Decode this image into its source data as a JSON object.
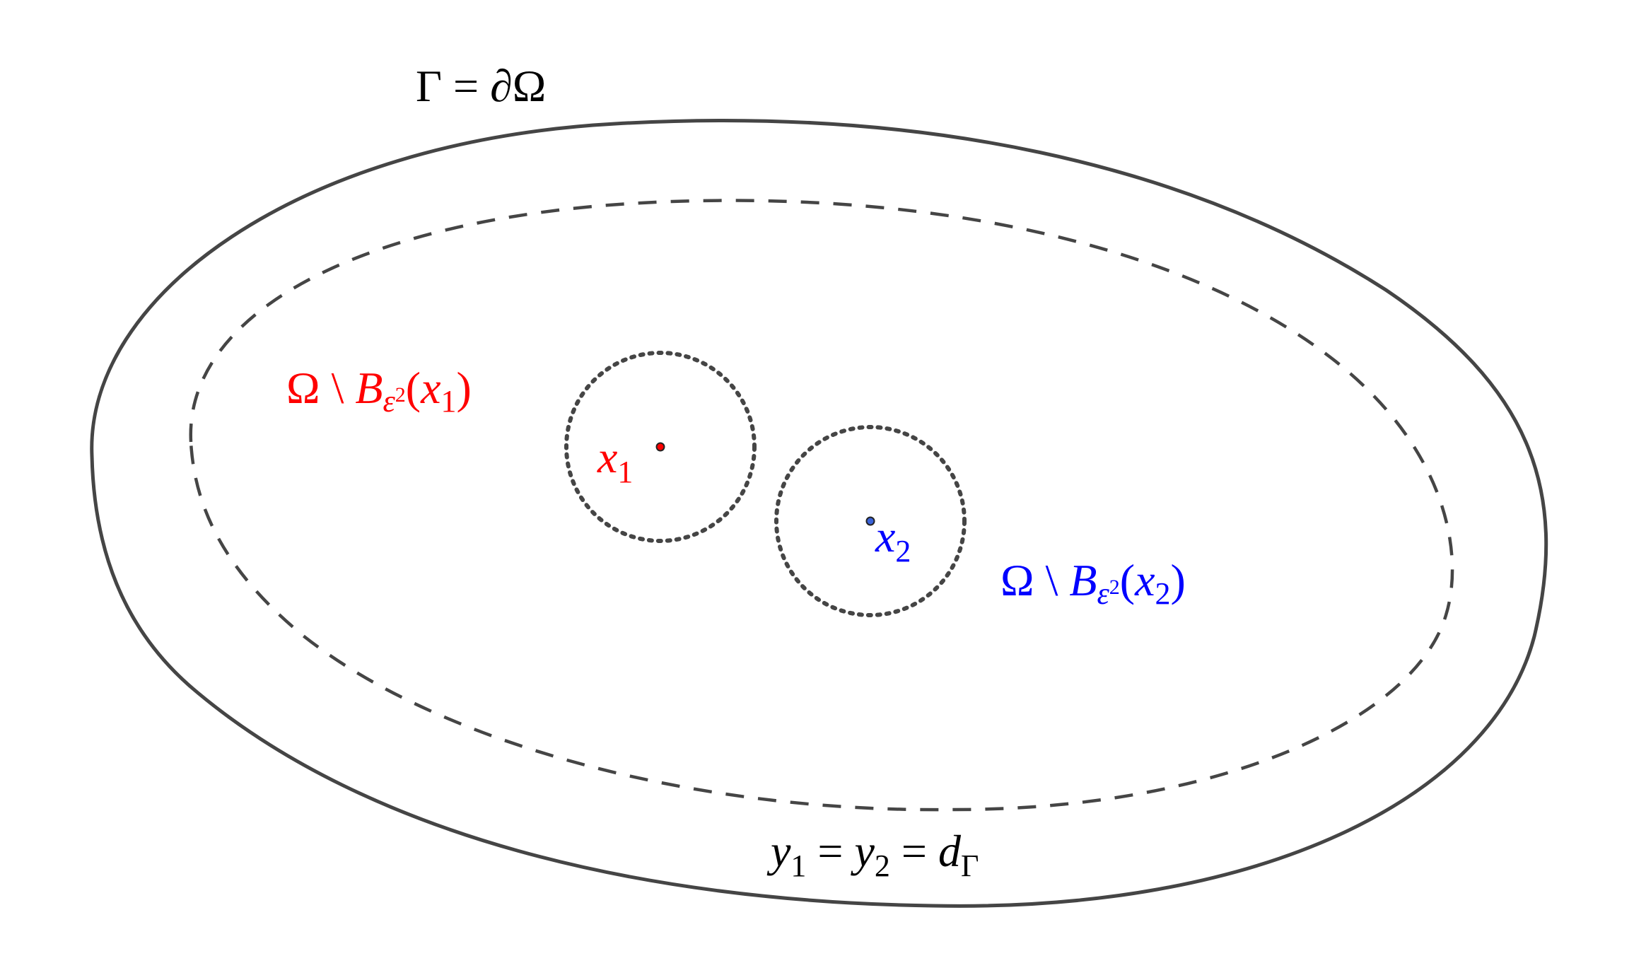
{
  "colors": {
    "stroke": "#454545",
    "red": "#ff0000",
    "blue": "#0000ff",
    "background": "#ffffff"
  },
  "labels": {
    "boundary": {
      "lhs": "Γ",
      "eq": " = ",
      "rhs": "∂Ω"
    },
    "omega_x1": {
      "omega": "Ω",
      "setminus": " \\ ",
      "B": "B",
      "eps": "ε",
      "eps_pow": "2",
      "open": "(",
      "x": "x",
      "x_sub": "1",
      "close": ")"
    },
    "omega_x2": {
      "omega": "Ω",
      "setminus": " \\ ",
      "B": "B",
      "eps": "ε",
      "eps_pow": "2",
      "open": "(",
      "x": "x",
      "x_sub": "2",
      "close": ")"
    },
    "point_x1": {
      "x": "x",
      "sub": "1"
    },
    "point_x2": {
      "x": "x",
      "sub": "2"
    },
    "distance": {
      "y1": "y",
      "y1_sub": "1",
      "eq1": " = ",
      "y2": "y",
      "y2_sub": "2",
      "eq2": " = ",
      "d": "d",
      "d_sub": "Γ"
    }
  }
}
